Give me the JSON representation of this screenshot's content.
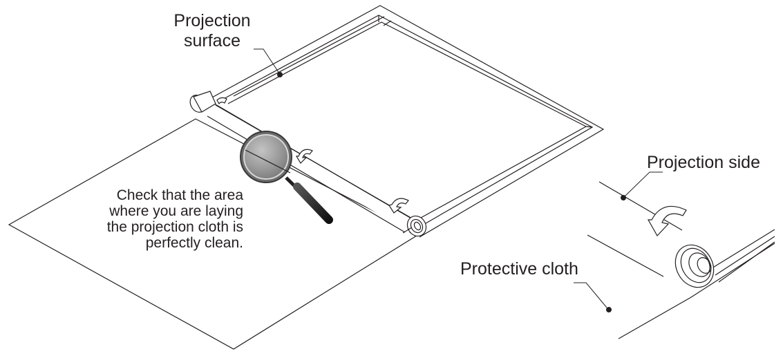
{
  "labels": {
    "projection_surface": [
      "Projection",
      "surface"
    ],
    "check_note": [
      "Check that the area",
      "where you are laying",
      "the projection cloth is",
      "perfectly clean."
    ],
    "projection_side": "Projection side",
    "protective_cloth": "Protective cloth"
  },
  "colors": {
    "line": "#231f20",
    "lens": "#9a9a9a"
  },
  "icons": {
    "magnifier": "magnifying-glass-icon"
  }
}
